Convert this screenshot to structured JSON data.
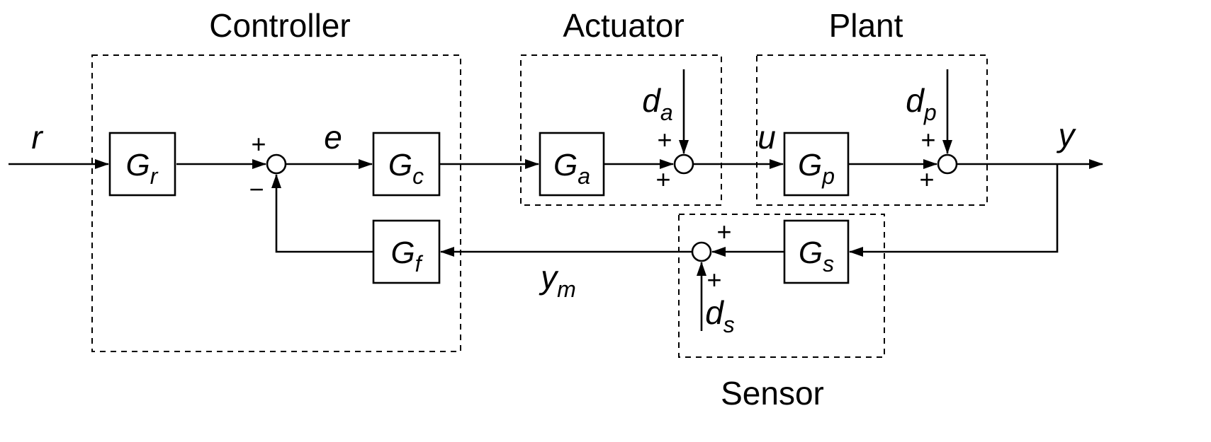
{
  "groups": {
    "controller": {
      "label": "Controller"
    },
    "actuator": {
      "label": "Actuator"
    },
    "plant": {
      "label": "Plant"
    },
    "sensor": {
      "label": "Sensor"
    }
  },
  "blocks": {
    "gr": {
      "main": "G",
      "sub": "r"
    },
    "gc": {
      "main": "G",
      "sub": "c"
    },
    "ga": {
      "main": "G",
      "sub": "a"
    },
    "gp": {
      "main": "G",
      "sub": "p"
    },
    "gs": {
      "main": "G",
      "sub": "s"
    },
    "gf": {
      "main": "G",
      "sub": "f"
    }
  },
  "signals": {
    "r": {
      "main": "r"
    },
    "e": {
      "main": "e"
    },
    "u": {
      "main": "u"
    },
    "y": {
      "main": "y"
    },
    "ym": {
      "main": "y",
      "sub": "m"
    },
    "da": {
      "main": "d",
      "sub": "a"
    },
    "dp": {
      "main": "d",
      "sub": "p"
    },
    "ds": {
      "main": "d",
      "sub": "s"
    }
  },
  "junctions": {
    "error": {
      "sign_top": "+",
      "sign_bottom": "−"
    },
    "actuator": {
      "sign_top": "+",
      "sign_bottom": "+"
    },
    "plant": {
      "sign_top": "+",
      "sign_bottom": "+"
    },
    "sensor": {
      "sign_top": "+",
      "sign_bottom": "+"
    }
  },
  "colors": {
    "line": "#000000",
    "background": "#ffffff"
  }
}
